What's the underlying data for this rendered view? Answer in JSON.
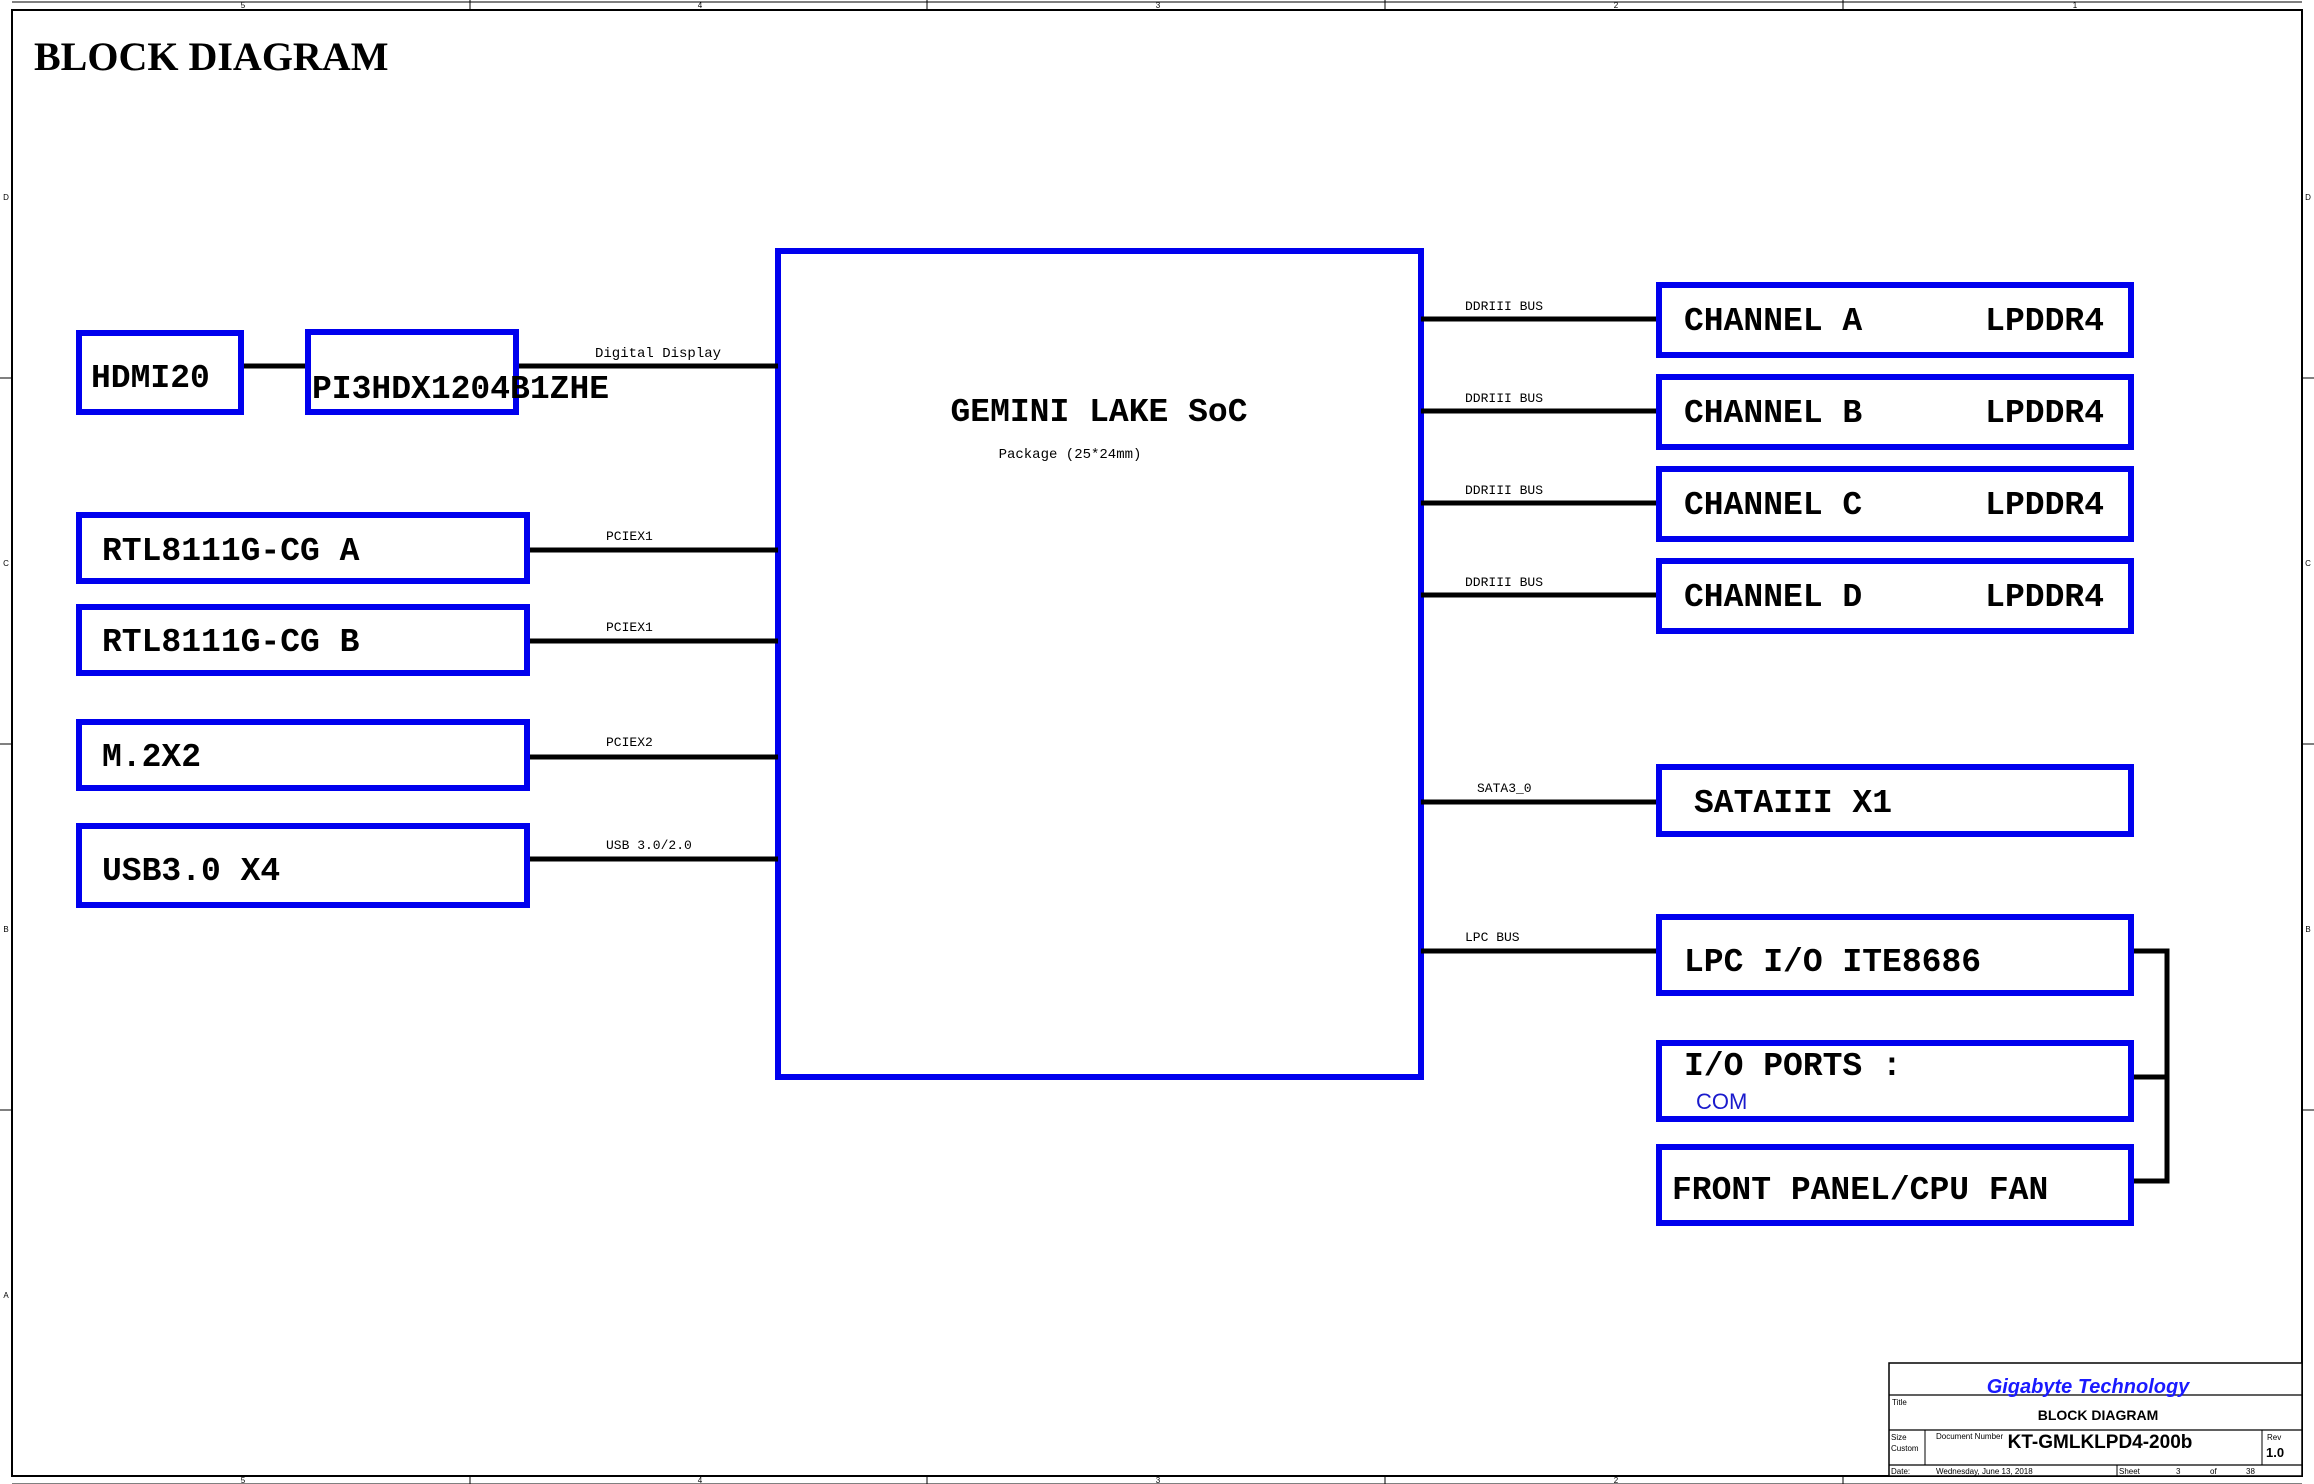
{
  "title": "BLOCK DIAGRAM",
  "soc": {
    "name": "GEMINI LAKE SoC",
    "package": "Package (25*24mm)"
  },
  "left": {
    "hdmi": "HDMI20",
    "redriver": "PI3HDX1204B1ZHE",
    "digital_display": "Digital Display",
    "lan_a": "RTL8111G-CG A",
    "lan_b": "RTL8111G-CG B",
    "m2": "M.2X2",
    "usb": "USB3.0 X4",
    "bus_pcie1_a": "PCIEX1",
    "bus_pcie1_b": "PCIEX1",
    "bus_pcie2": "PCIEX2",
    "bus_usb": "USB 3.0/2.0"
  },
  "right": {
    "mem_bus_label": "DDRIII BUS",
    "channels": [
      {
        "name": "CHANNEL A",
        "type": "LPDDR4"
      },
      {
        "name": "CHANNEL B",
        "type": "LPDDR4"
      },
      {
        "name": "CHANNEL C",
        "type": "LPDDR4"
      },
      {
        "name": "CHANNEL D",
        "type": "LPDDR4"
      }
    ],
    "sata_bus": "SATA3_0",
    "sata": "SATAIII X1",
    "lpc_bus": "LPC BUS",
    "lpc_io": "LPC I/O ITE8686",
    "io_ports": "I/O PORTS :",
    "io_ports_sub": "COM",
    "front_panel": "FRONT PANEL/CPU FAN"
  },
  "border": {
    "columns": [
      "5",
      "4",
      "3",
      "2",
      "1"
    ],
    "rows": [
      "D",
      "C",
      "B",
      "A"
    ]
  },
  "title_block": {
    "company": "Gigabyte Technology",
    "title_label": "Title",
    "title": "BLOCK DIAGRAM",
    "size_label": "Size",
    "size": "Custom",
    "docnum_label": "Document Number",
    "docnum": "KT-GMLKLPD4-200b",
    "rev_label": "Rev",
    "rev": "1.0",
    "date_label": "Date:",
    "date": "Wednesday, June 13, 2018",
    "sheet_label": "Sheet",
    "sheet": "3",
    "of_label": "of",
    "sheets": "38"
  },
  "colors": {
    "box": "#0000ee",
    "wire": "#000000",
    "company": "#1a1aff",
    "com": "#1a1acc"
  }
}
